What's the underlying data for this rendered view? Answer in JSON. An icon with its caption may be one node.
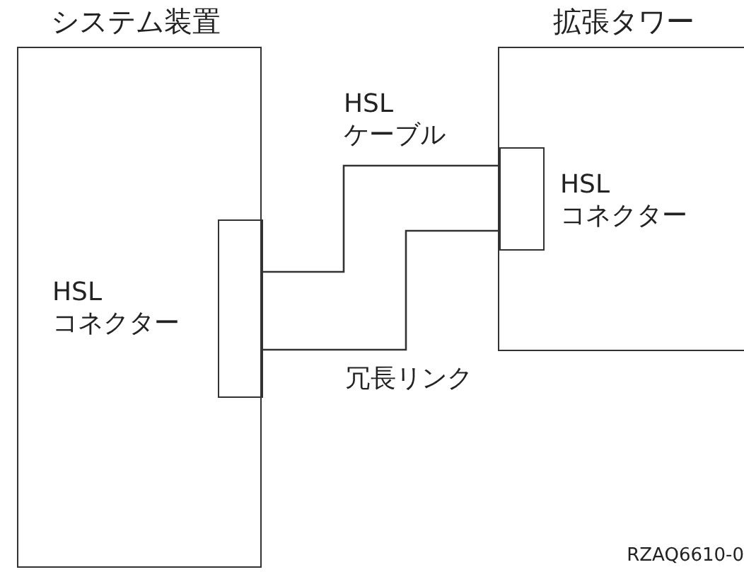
{
  "diagram": {
    "nodes": [
      {
        "text": [
          "システム装置"
        ]
      },
      {
        "text": [],
        "shape": "box",
        "beside": [
          "HSL コネクター"
        ],
        "in": 0
      },
      {
        "text": [
          "拡張タワー"
        ]
      },
      {
        "text": [],
        "shape": "box",
        "beside": [
          "HSL コネクター"
        ],
        "in": 2
      }
    ],
    "edges": [
      {
        "from": 1,
        "to": 3,
        "arrow": "none",
        "label": "HSL ケーブル"
      },
      {
        "from": 1,
        "to": 3,
        "arrow": "none",
        "label": "冗長リンク"
      }
    ],
    "labels": [
      "RZAQ6610-0"
    ]
  }
}
